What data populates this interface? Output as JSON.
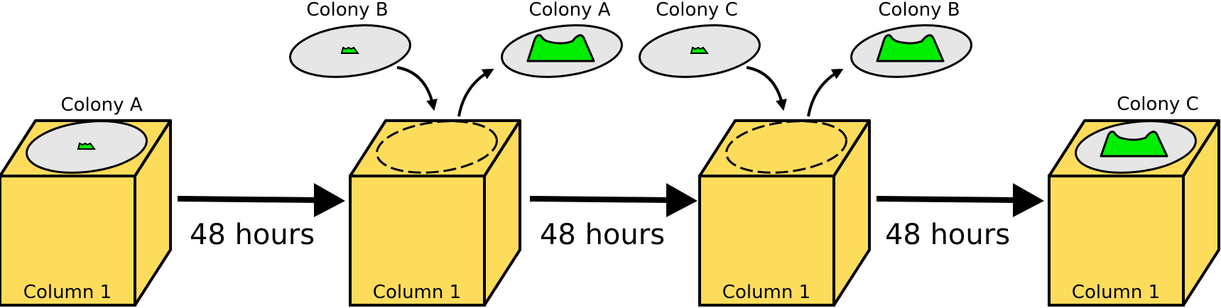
{
  "colors": {
    "box": "#fddc5c",
    "dish": "#e6e6e6",
    "colony": "#00ee00",
    "stroke": "#000000"
  },
  "stages": [
    {
      "column_label": "Column 1",
      "dish_label": "Colony A",
      "dish": "small-colony"
    },
    {
      "column_label": "Column 1",
      "dish": "empty"
    },
    {
      "column_label": "Column 1",
      "dish": "empty"
    },
    {
      "column_label": "Column 1",
      "dish_label": "Colony C",
      "dish": "large-colony"
    }
  ],
  "steps": [
    {
      "duration_label": "48 hours",
      "added_label": "Colony B",
      "removed_label": "Colony A"
    },
    {
      "duration_label": "48 hours",
      "added_label": "Colony C",
      "removed_label": "Colony B"
    },
    {
      "duration_label": "48 hours"
    }
  ]
}
